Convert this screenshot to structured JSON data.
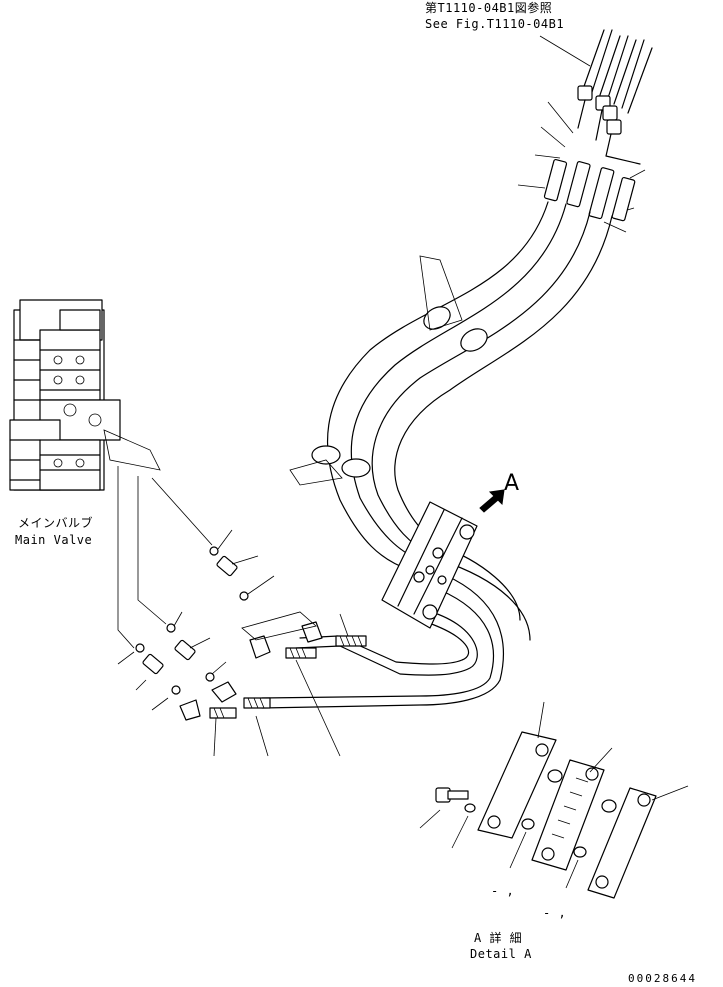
{
  "refs": {
    "see_fig_jp": "第T1110-04B1図参照",
    "see_fig_en": "See Fig.T1110-04B1"
  },
  "main_valve": {
    "label_jp": "メインバルブ",
    "label_en": "Main Valve"
  },
  "view_marker": {
    "letter": "A",
    "arrow_icon": "view-direction-arrow-icon"
  },
  "detail": {
    "label_jp": "A 詳 細",
    "label_en": "Detail A",
    "dash_marks": [
      "- ,",
      "- ,"
    ]
  },
  "drawing_number": "00028644"
}
